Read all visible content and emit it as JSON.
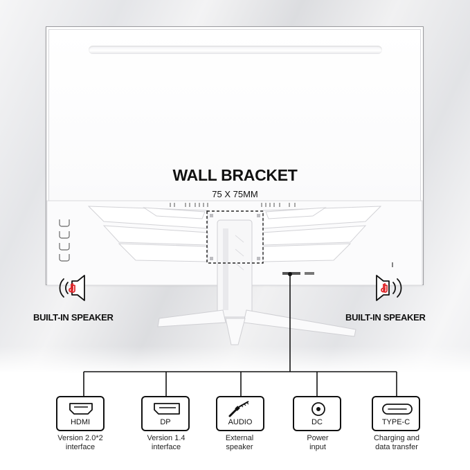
{
  "wall_bracket": {
    "title": "WALL BRACKET",
    "size": "75 X 75MM"
  },
  "speakers": {
    "left_label": "BUILT-IN SPEAKER",
    "right_label": "BUILT-IN SPEAKER",
    "icon": "speaker-icon",
    "accent": "#e0262a"
  },
  "ports": [
    {
      "name": "HDMI",
      "icon": "hdmi-port-icon",
      "desc_line1": "Version 2.0*2",
      "desc_line2": "interface"
    },
    {
      "name": "DP",
      "icon": "displayport-icon",
      "desc_line1": "Version 1.4",
      "desc_line2": "interface"
    },
    {
      "name": "AUDIO",
      "icon": "audio-jack-icon",
      "desc_line1": "External",
      "desc_line2": "speaker"
    },
    {
      "name": "DC",
      "icon": "dc-power-icon",
      "desc_line1": "Power",
      "desc_line2": "input"
    },
    {
      "name": "TYPE-C",
      "icon": "type-c-port-icon",
      "desc_line1": "Charging and",
      "desc_line2": "data transfer"
    }
  ]
}
